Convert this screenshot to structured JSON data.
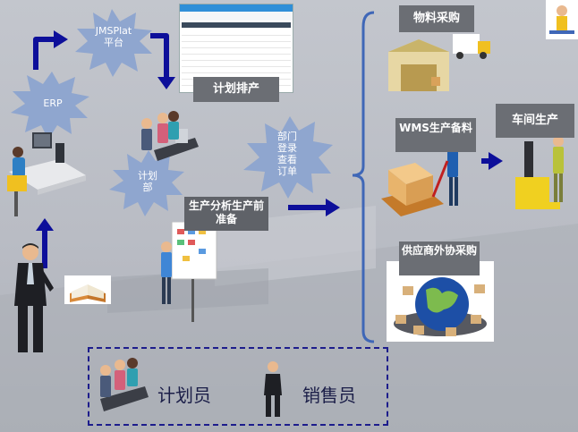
{
  "nodes": {
    "erp": "ERP",
    "jmsplat": "JMSPlat平台",
    "plan_dept": "计划部",
    "dept_view": "部门登录查看订单",
    "plan_schedule": "计划排产",
    "prod_analysis": "生产分析生产前准备",
    "material_purchase": "物料采购",
    "wms": "WMS生产备料",
    "workshop": "车间生产",
    "supplier": "供应商外协采购"
  },
  "legend": {
    "planner": "计划员",
    "sales": "销售员"
  },
  "colors": {
    "arrow": "#0d0f9a",
    "label_bg": "#6b6e74",
    "burst": "#8fa6cf",
    "legend_border": "#1d1d8c",
    "brace": "#3f67b7"
  }
}
